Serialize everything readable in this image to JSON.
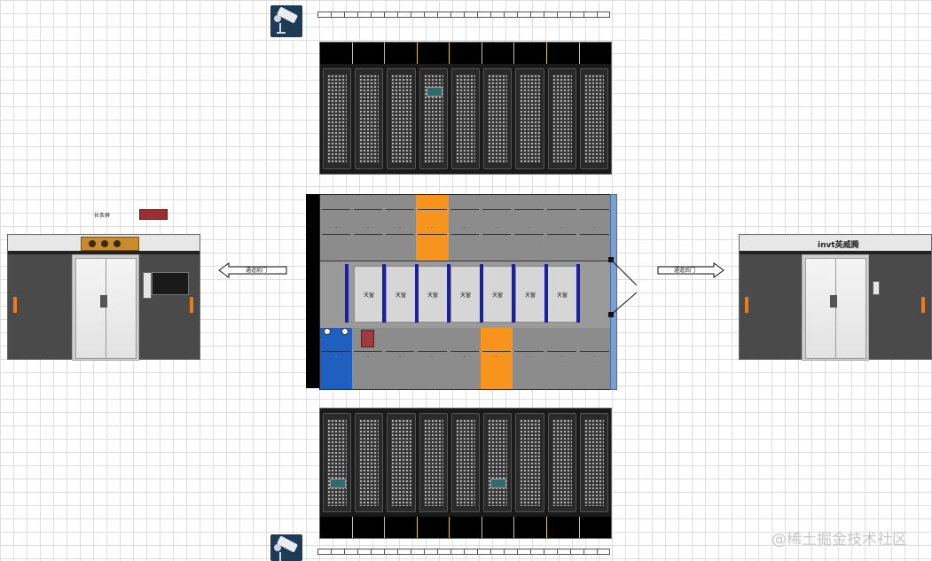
{
  "labels": {
    "long_strip_screen": "长条屏",
    "aisle_front_door": "通道前门",
    "aisle_rear_door": "通道后门",
    "brand": "invt英威腾",
    "skylight": "天窗"
  },
  "watermark": "@稀土掘金技术社区",
  "skylights": [
    "天窗",
    "天窗",
    "天窗",
    "天窗",
    "天窗",
    "天窗",
    "天窗"
  ],
  "colors": {
    "rack_cabinet": "#8c8c8c",
    "orange_cabinet": "#f7941d",
    "blue_cabinet": "#1e5fbf",
    "rack_row": "#111111",
    "end_panel": "#7b9fd3"
  }
}
